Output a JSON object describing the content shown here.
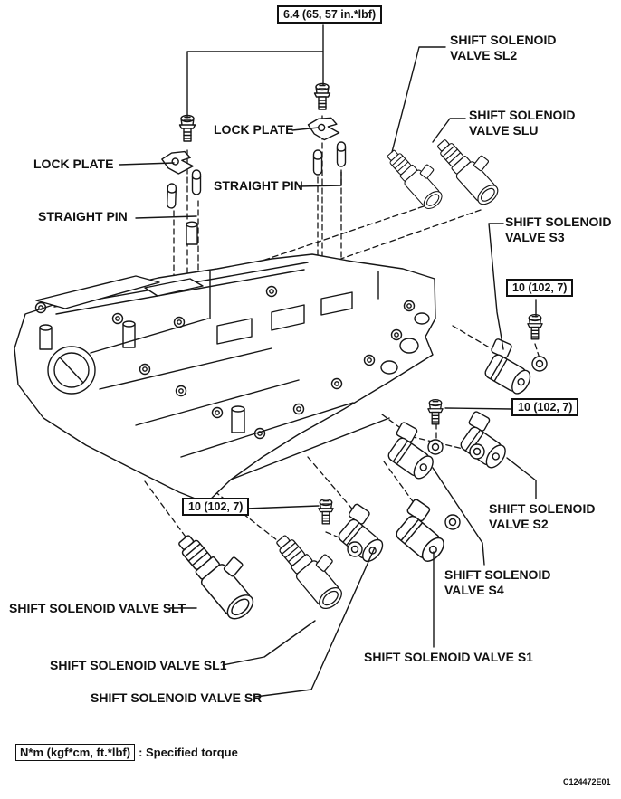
{
  "diagram": {
    "description": "Valve body with shift solenoid valves - exploded parts diagram",
    "code": "C124472E01",
    "legend": {
      "box": "N*m (kgf*cm, ft.*lbf)",
      "desc": ": Specified torque"
    },
    "colors": {
      "line": "#161616",
      "background": "#ffffff"
    }
  },
  "torque": {
    "top": "6.4 (65, 57 in.*lbf)",
    "s3": "10 (102, 7)",
    "s2": "10 (102, 7)",
    "sr": "10 (102, 7)"
  },
  "labels": {
    "lock_plate_left": "LOCK PLATE",
    "lock_plate_mid": "LOCK PLATE",
    "straight_pin_left": "STRAIGHT PIN",
    "straight_pin_mid": "STRAIGHT PIN",
    "sl2": "SHIFT SOLENOID VALVE SL2",
    "slu": "SHIFT SOLENOID VALVE SLU",
    "s3": "SHIFT SOLENOID VALVE S3",
    "s2": "SHIFT SOLENOID VALVE S2",
    "s4": "SHIFT SOLENOID VALVE S4",
    "s1": "SHIFT SOLENOID VALVE S1",
    "sr": "SHIFT SOLENOID VALVE SR",
    "sl1": "SHIFT SOLENOID VALVE SL1",
    "slt": "SHIFT SOLENOID VALVE SLT"
  }
}
